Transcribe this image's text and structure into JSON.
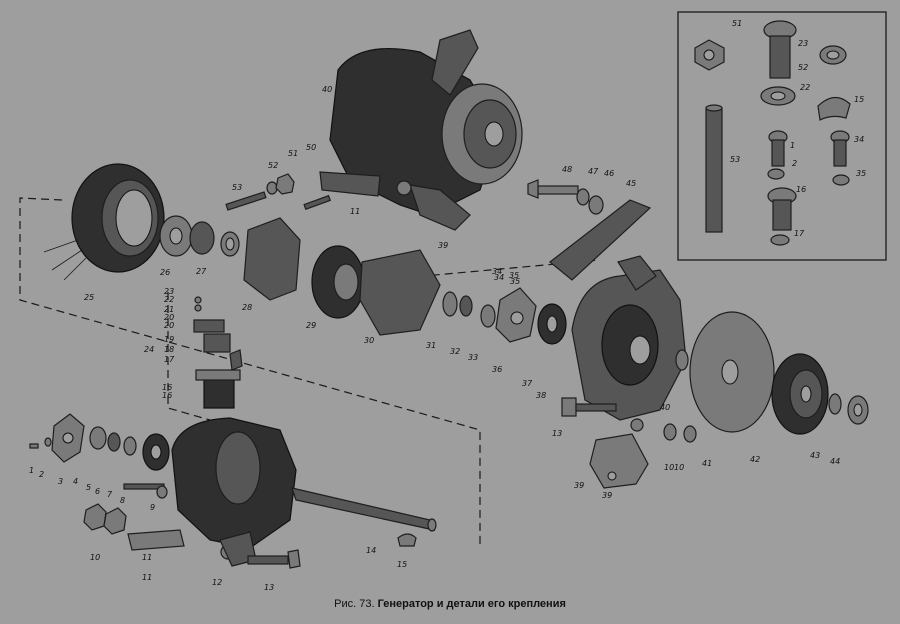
{
  "caption": {
    "figure_number": "Рис. 73.",
    "title": "Генератор и детали его крепления"
  },
  "callouts": [
    {
      "id": "c1",
      "text": "1"
    },
    {
      "id": "c2",
      "text": "2"
    },
    {
      "id": "c3",
      "text": "3"
    },
    {
      "id": "c4",
      "text": "4"
    },
    {
      "id": "c5",
      "text": "5"
    },
    {
      "id": "c6",
      "text": "6"
    },
    {
      "id": "c7",
      "text": "7"
    },
    {
      "id": "c8",
      "text": "8"
    },
    {
      "id": "c9",
      "text": "9"
    },
    {
      "id": "c10",
      "text": "10"
    },
    {
      "id": "c11",
      "text": "11"
    },
    {
      "id": "c12",
      "text": "12"
    },
    {
      "id": "c13",
      "text": "13"
    },
    {
      "id": "c14",
      "text": "14"
    },
    {
      "id": "c15",
      "text": "15"
    },
    {
      "id": "c10b",
      "text": "10"
    },
    {
      "id": "c11b",
      "text": "11"
    },
    {
      "id": "c16",
      "text": "16"
    },
    {
      "id": "c17",
      "text": "17"
    },
    {
      "id": "c18",
      "text": "18"
    },
    {
      "id": "c19",
      "text": "19"
    },
    {
      "id": "c20",
      "text": "20"
    },
    {
      "id": "c21",
      "text": "21"
    },
    {
      "id": "c22",
      "text": "22"
    },
    {
      "id": "c23",
      "text": "23"
    },
    {
      "id": "c24",
      "text": "24"
    },
    {
      "id": "c25",
      "text": "25"
    },
    {
      "id": "c26",
      "text": "26"
    },
    {
      "id": "c27",
      "text": "27"
    },
    {
      "id": "c28",
      "text": "28"
    },
    {
      "id": "c29",
      "text": "29"
    },
    {
      "id": "c30",
      "text": "30"
    },
    {
      "id": "c31",
      "text": "31"
    },
    {
      "id": "c32",
      "text": "32"
    },
    {
      "id": "c33",
      "text": "33"
    },
    {
      "id": "c34",
      "text": "34"
    },
    {
      "id": "c35",
      "text": "35"
    },
    {
      "id": "c36",
      "text": "36"
    },
    {
      "id": "c37",
      "text": "37"
    },
    {
      "id": "c38",
      "text": "38"
    },
    {
      "id": "c39",
      "text": "39"
    },
    {
      "id": "c40",
      "text": "40"
    },
    {
      "id": "c41",
      "text": "41"
    },
    {
      "id": "c42",
      "text": "42"
    },
    {
      "id": "c43",
      "text": "43"
    },
    {
      "id": "c44",
      "text": "44"
    },
    {
      "id": "c45",
      "text": "45"
    },
    {
      "id": "c46",
      "text": "46"
    },
    {
      "id": "c47",
      "text": "47"
    },
    {
      "id": "c48",
      "text": "48"
    },
    {
      "id": "c39b",
      "text": "39"
    },
    {
      "id": "c40b",
      "text": "40"
    },
    {
      "id": "c13b",
      "text": "13"
    },
    {
      "id": "c10c",
      "text": "10"
    },
    {
      "id": "c50",
      "text": "50"
    },
    {
      "id": "c51",
      "text": "51"
    },
    {
      "id": "c52",
      "text": "52"
    },
    {
      "id": "c53",
      "text": "53"
    },
    {
      "id": "c11c",
      "text": "11"
    },
    {
      "id": "c39c",
      "text": "39"
    },
    {
      "id": "c34b",
      "text": "34"
    },
    {
      "id": "c35b",
      "text": "35"
    },
    {
      "id": "c16b",
      "text": "16"
    },
    {
      "id": "c20b",
      "text": "20"
    },
    {
      "id": "i51",
      "text": "51"
    },
    {
      "id": "i23",
      "text": "23"
    },
    {
      "id": "i52",
      "text": "52"
    },
    {
      "id": "i22",
      "text": "22"
    },
    {
      "id": "i15",
      "text": "15"
    },
    {
      "id": "i53",
      "text": "53"
    },
    {
      "id": "i1",
      "text": "1"
    },
    {
      "id": "i2",
      "text": "2"
    },
    {
      "id": "i34",
      "text": "34"
    },
    {
      "id": "i35",
      "text": "35"
    },
    {
      "id": "i16",
      "text": "16"
    },
    {
      "id": "i17",
      "text": "17"
    }
  ]
}
